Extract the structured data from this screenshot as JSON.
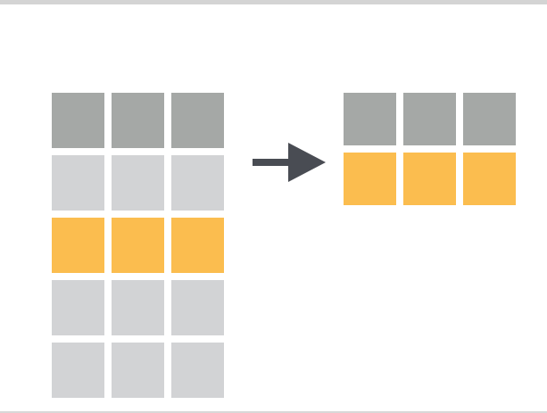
{
  "colors": {
    "header": "#a5a8a6",
    "row": "#d2d3d5",
    "highlight": "#fbbd4f",
    "arrow": "#494c53",
    "background": "#ffffff"
  },
  "input_table": {
    "columns": 3,
    "rows": [
      "header",
      "row",
      "highlight",
      "row",
      "row"
    ]
  },
  "output_table": {
    "columns": 3,
    "rows": [
      "header",
      "highlight"
    ]
  },
  "arrow_icon": "right-arrow-icon"
}
